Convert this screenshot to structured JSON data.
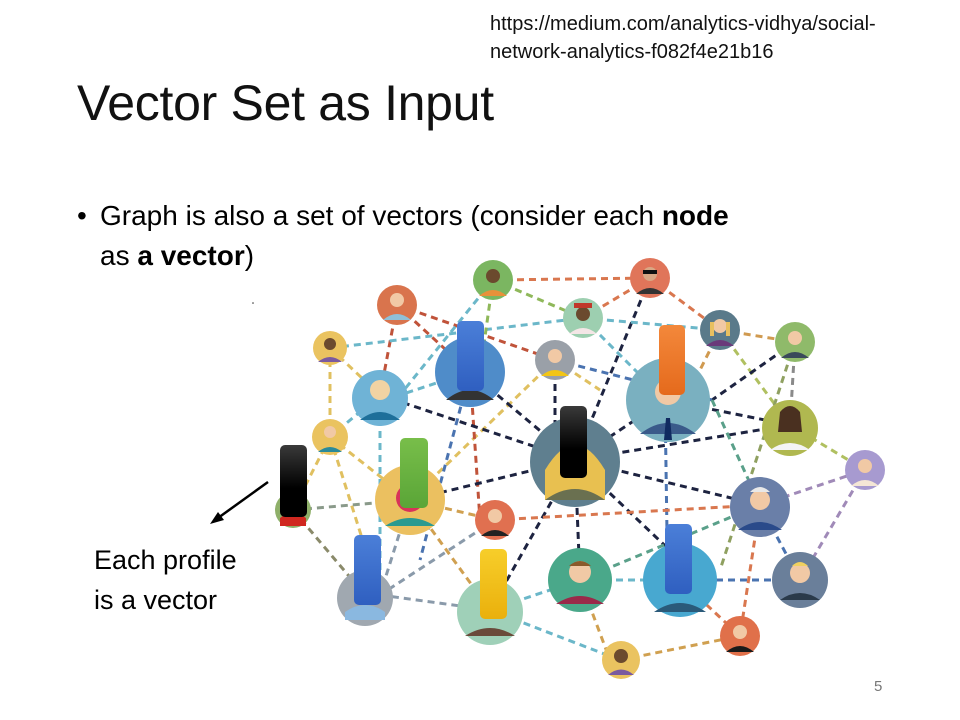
{
  "slide": {
    "source_url_line1": "https://medium.com/analytics-vidhya/social-",
    "source_url_line2": "network-analytics-f082f4e21b16",
    "title": "Vector Set as Input",
    "bullet": {
      "marker": "•",
      "text_1": "Graph is also a set of vectors (consider each ",
      "bold_1": "node",
      "text_2": " as ",
      "bold_2": "a vector",
      "text_3": ")"
    },
    "caption_line1": "Each profile",
    "caption_line2": "is a vector",
    "page_number": "5"
  },
  "diagram": {
    "type": "social-network-graph",
    "node_count": 27,
    "vector_bars": [
      {
        "color": "#000000",
        "label": "black-vector"
      },
      {
        "color": "#6db33f",
        "label": "green-vector"
      },
      {
        "color": "#3a6fd0",
        "label": "blue-vector"
      },
      {
        "color": "#3a6fd0",
        "label": "blue-vector"
      },
      {
        "color": "#f5c518",
        "label": "yellow-vector"
      },
      {
        "color": "#000000",
        "label": "black-vector"
      },
      {
        "color": "#f07c2e",
        "label": "orange-vector"
      },
      {
        "color": "#3a6fd0",
        "label": "blue-vector"
      }
    ]
  }
}
